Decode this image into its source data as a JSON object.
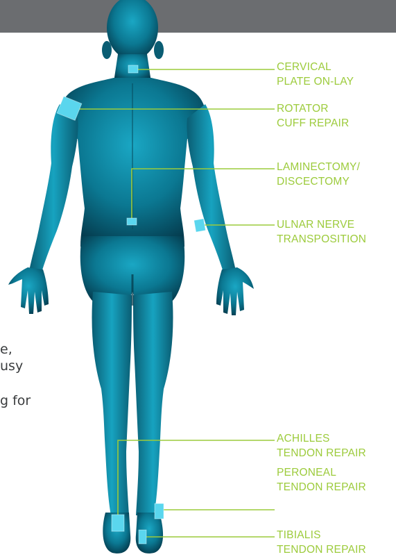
{
  "background_text": {
    "line1": "e,",
    "line2": "usy",
    "line3": "g for"
  },
  "labels": [
    {
      "id": "cervical",
      "line1": "CERVICAL",
      "line2": "PLATE ON-LAY"
    },
    {
      "id": "rotator",
      "line1": "ROTATOR",
      "line2": "CUFF REPAIR"
    },
    {
      "id": "laminectomy",
      "line1": "LAMINECTOMY/",
      "line2": "DISCECTOMY"
    },
    {
      "id": "ulnar",
      "line1": "ULNAR NERVE",
      "line2": "TRANSPOSITION"
    },
    {
      "id": "achilles",
      "line1": "ACHILLES",
      "line2": "TENDON REPAIR"
    },
    {
      "id": "peroneal",
      "line1": "PERONEAL",
      "line2": "TENDON REPAIR"
    },
    {
      "id": "tibialis",
      "line1": "TIBIALIS",
      "line2": "TENDON REPAIR"
    }
  ],
  "colors": {
    "accent_green": "#9ccb3b",
    "body_teal": "#0e6f86",
    "marker": "#5ad6ee",
    "header_gray": "#6b6d70"
  }
}
